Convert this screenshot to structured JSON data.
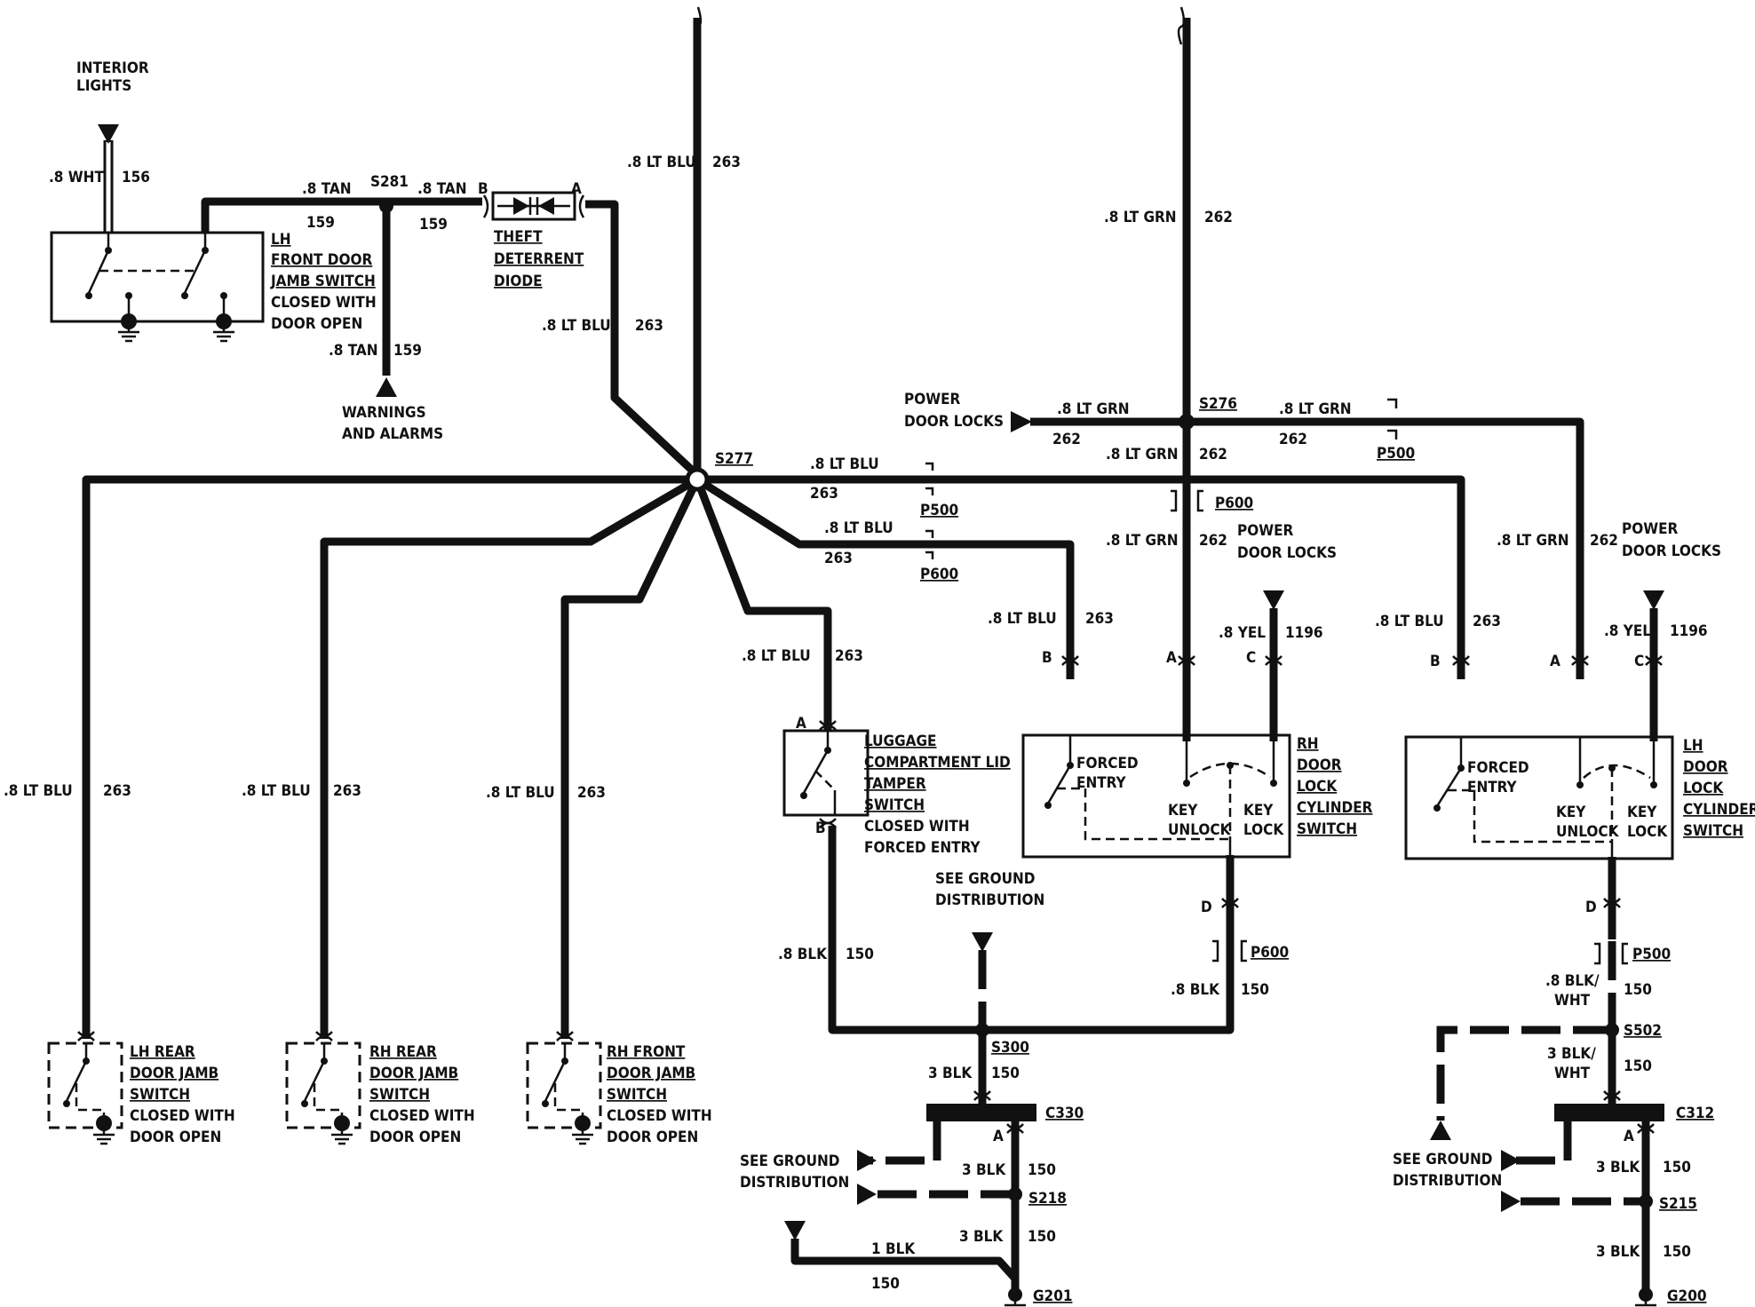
{
  "labels": {
    "interior_lights_1": "INTERIOR",
    "interior_lights_2": "LIGHTS",
    "wht_wire": ".8 WHT",
    "c156": "156",
    "tan1": ".8 TAN",
    "tan2": ".8 TAN",
    "tan3": ".8 TAN",
    "c159a": "159",
    "c159b": "159",
    "c159c": "159",
    "s281": "S281",
    "pinB": "B",
    "pinA": "A",
    "theft_1": "THEFT",
    "theft_2": "DETERRENT",
    "theft_3": "DIODE",
    "lh_front_1": "LH",
    "lh_front_2": "FRONT DOOR",
    "lh_front_3": "JAMB SWITCH",
    "lh_front_4": "CLOSED WITH",
    "lh_front_5": "DOOR OPEN",
    "warnings_1": "WARNINGS",
    "warnings_2": "AND ALARMS",
    "ltblu": ".8 LT BLU",
    "c263": "263",
    "s277": "S277",
    "ltgrn": ".8 LT GRN",
    "c262": "262",
    "power_1": "POWER",
    "power_2": "DOOR LOCKS",
    "s276": "S276",
    "p500": "P500",
    "p600": "P600",
    "yel": ".8 YEL",
    "c1196": "1196",
    "pinC": "C",
    "pinD": "D",
    "forced_1": "FORCED",
    "forced_2": "ENTRY",
    "key": "KEY",
    "unlock": "UNLOCK",
    "lock": "LOCK",
    "rh_cyl_1": "RH",
    "rh_cyl_2": "DOOR",
    "rh_cyl_3": "LOCK",
    "rh_cyl_4": "CYLINDER",
    "rh_cyl_5": "SWITCH",
    "lh_cyl_1": "LH",
    "lh_cyl_2": "DOOR",
    "lh_cyl_3": "LOCK",
    "lh_cyl_4": "CYLINDER",
    "lh_cyl_5": "SWITCH",
    "lug_1": "LUGGAGE",
    "lug_2": "COMPARTMENT LID",
    "lug_3": "TAMPER",
    "lug_4": "SWITCH",
    "lug_5": "CLOSED WITH",
    "lug_6": "FORCED ENTRY",
    "see_ground_1": "SEE GROUND",
    "see_ground_2": "DISTRIBUTION",
    "blk": ".8 BLK",
    "c150": "150",
    "blk_wht_1": ".8 BLK/",
    "wht": "WHT",
    "blk3_wht_1": "3 BLK/",
    "blk3": "3 BLK",
    "blk1": "1 BLK",
    "s300": "S300",
    "s502": "S502",
    "c330": "C330",
    "c312": "C312",
    "s218": "S218",
    "s215": "S215",
    "g201": "G201",
    "g200": "G200",
    "lh_rear_1": "LH REAR",
    "rh_rear_1": "RH REAR",
    "rh_frnt_1": "RH FRONT",
    "door_jamb": "DOOR JAMB",
    "switch": "SWITCH",
    "closed_with": "CLOSED WITH",
    "door_open": "DOOR OPEN"
  }
}
